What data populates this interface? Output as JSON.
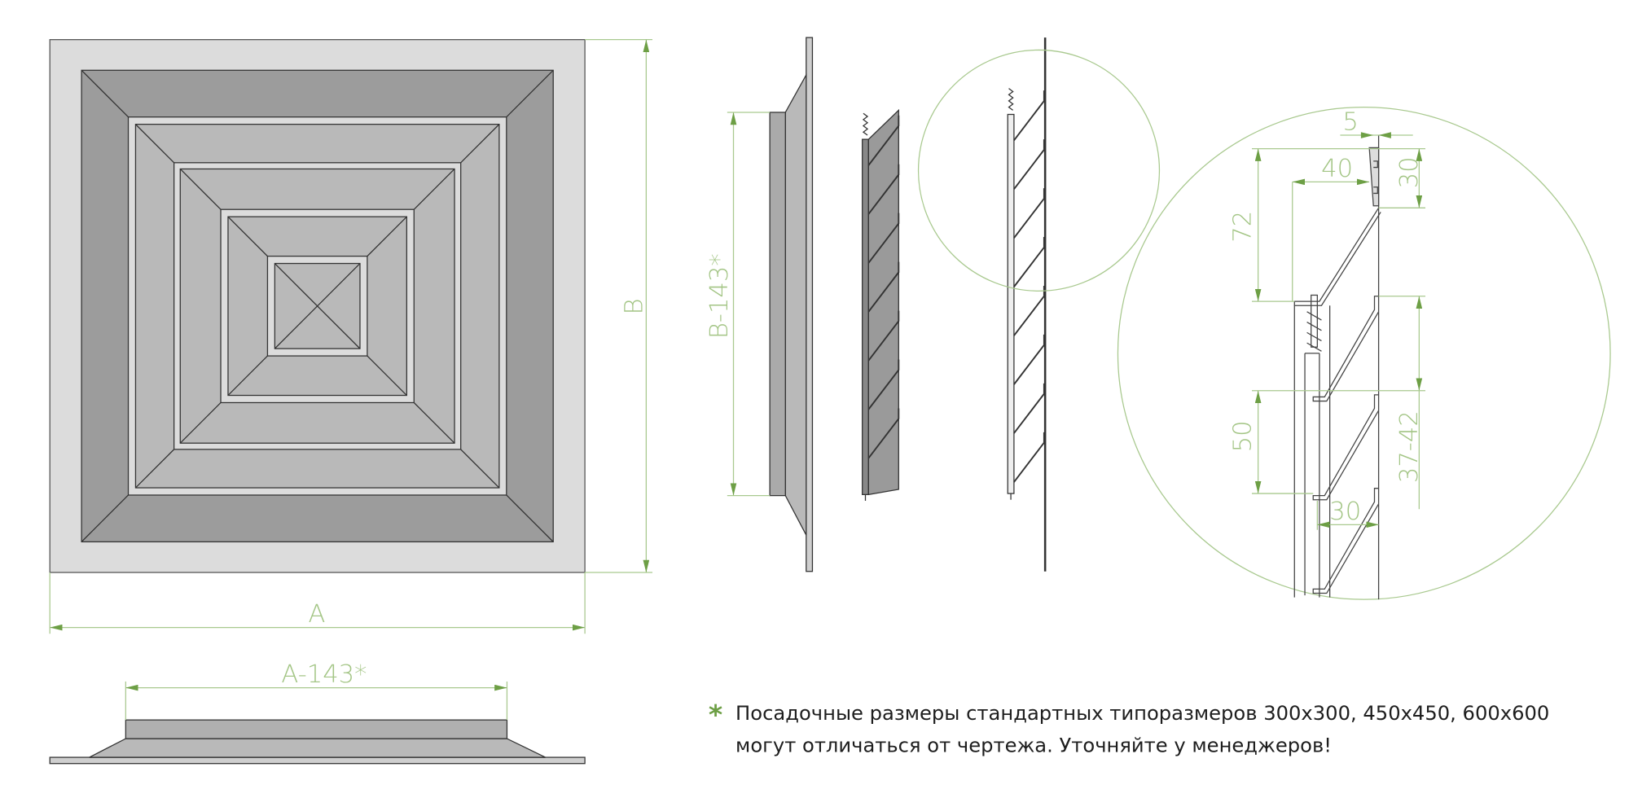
{
  "drawing": {
    "front_view": {
      "width_label": "A",
      "height_label": "B"
    },
    "bottom_view": {
      "width_label": "A-143*"
    },
    "side_view": {
      "height_label": "B-143*"
    },
    "detail_view": {
      "dims": [
        "5",
        "40",
        "72",
        "30",
        "37-42",
        "50",
        "30"
      ]
    }
  },
  "footnote": {
    "marker": "*",
    "line1": "Посадочные размеры стандартных типоразмеров 300x300, 450x450, 600x600",
    "line2": "могут отличаться от чертежа. Уточняйте у менеджеров!"
  },
  "colors": {
    "dimension": "#a9c98f",
    "arrow": "#6d9f45",
    "frame": "#dcdcdc",
    "dark": "#9c9c9c",
    "mid": "#b9b9b9"
  }
}
